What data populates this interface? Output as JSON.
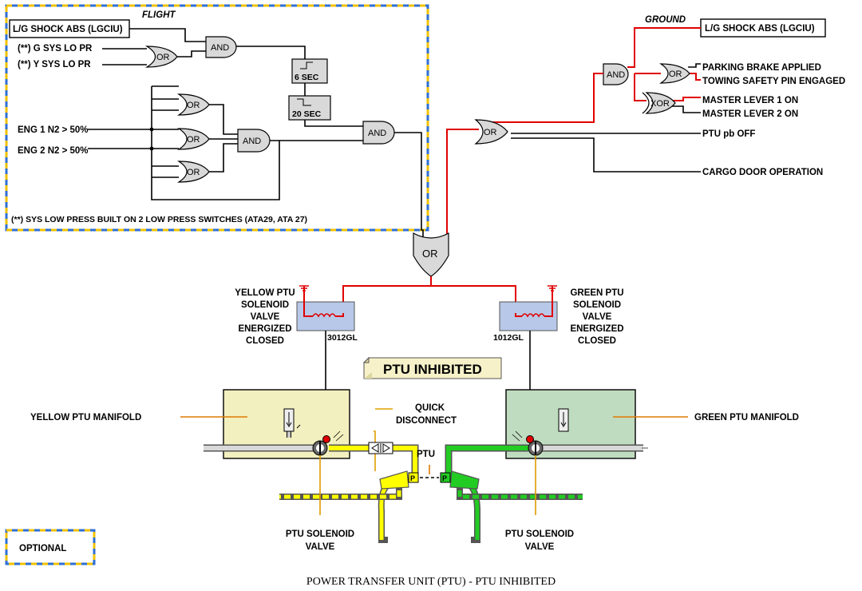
{
  "caption": "POWER TRANSFER UNIT (PTU) - PTU INHIBITED",
  "optional_legend": "OPTIONAL",
  "flight_section": {
    "title": "FLIGHT",
    "lgciu": "L/G SHOCK ABS (LGCIU)",
    "g_sys": "(**) G SYS LO PR",
    "y_sys": "(**) Y SYS LO PR",
    "eng1": "ENG 1 N2 > 50%",
    "eng2": "ENG 2 N2 > 50%",
    "timer1": "6 SEC",
    "timer2": "20 SEC",
    "footnote": "(**) SYS LOW PRESS BUILT ON 2 LOW PRESS SWITCHES (ATA29, ATA 27)"
  },
  "ground_section": {
    "title": "GROUND",
    "lgciu": "L/G SHOCK ABS (LGCIU)",
    "parking_brake": "PARKING BRAKE APPLIED",
    "towing_pin": "TOWING SAFETY PIN ENGAGED",
    "master1": "MASTER LEVER 1 ON",
    "master2": "MASTER LEVER 2 ON",
    "ptu_pb": "PTU pb OFF",
    "cargo_door": "CARGO DOOR OPERATION"
  },
  "gates": {
    "and": "AND",
    "or": "OR",
    "xor": "XOR"
  },
  "valves": {
    "yellow_label": [
      "YELLOW PTU",
      "SOLENOID",
      "VALVE",
      "ENERGIZED",
      "CLOSED"
    ],
    "yellow_id": "3012GL",
    "green_label": [
      "GREEN PTU",
      "SOLENOID",
      "VALVE",
      "ENERGIZED",
      "CLOSED"
    ],
    "green_id": "1012GL"
  },
  "status_note": "PTU INHIBITED",
  "manifolds": {
    "yellow": "YELLOW PTU MANIFOLD",
    "green": "GREEN PTU MANIFOLD"
  },
  "hydraulics": {
    "quick_disconnect": [
      "QUICK",
      "DISCONNECT"
    ],
    "ptu": "PTU",
    "solenoid_left": [
      "PTU SOLENOID",
      "VALVE"
    ],
    "solenoid_right": [
      "PTU SOLENOID",
      "VALVE"
    ],
    "port": "P"
  },
  "colors": {
    "active_wire": "#e00000",
    "yellow_fluid": "#ffff00",
    "green_fluid": "#22cc22",
    "yellow_manifold": "#f3f0bf",
    "green_manifold": "#c0dcc0",
    "optional_border": "#2f6fd6",
    "optional_dash": "#f2c200"
  }
}
